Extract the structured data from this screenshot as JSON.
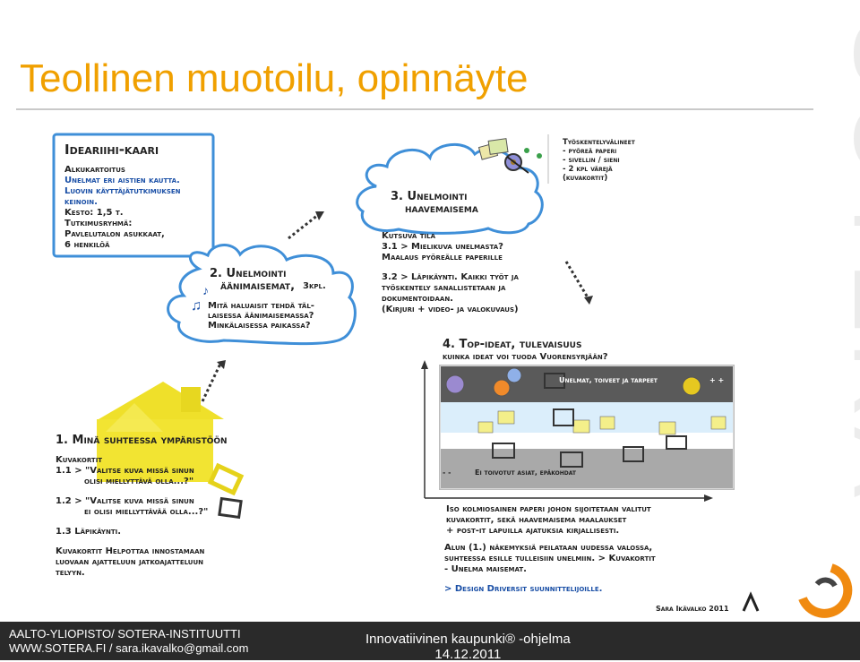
{
  "title": "Teollinen muotoilu, opinnäyte",
  "stage1": {
    "heading": "Ideariihi-kaari",
    "subheading": "Alkukartoitus",
    "blue_lines": [
      "Unelmat eri aistien kautta.",
      "Luovin käyttäjätutkimuksen",
      "keinoin."
    ],
    "lines": [
      "Kesto: 1,5 t.",
      "Tutkimusryhmä:",
      "Pavlelutalon asukkaat,",
      "6 henkilöä"
    ]
  },
  "cloud2": {
    "heading": [
      "2. Unelmointi",
      "äänimaisemat,"
    ],
    "count": "3kpl.",
    "lines": [
      "Mitä haluaisit tehdä täl-",
      "laisessa äänimaisemassa?",
      "Minkälaisessa paikassa?"
    ]
  },
  "cloud3": {
    "heading": [
      "3. Unelmointi",
      "haavemaisema"
    ],
    "lines": [
      "Kutsuva tila",
      "3.1 > Mielikuva unelmasta?",
      "Maalaus pyöreälle paperille"
    ],
    "lines2": [
      "3.2 > Läpikäynti. Kaikki työt ja",
      "työskentely sanallistetaan ja",
      "dokumentoidaan.",
      "(Kirjuri + video- ja valokuvaus)"
    ]
  },
  "tools": {
    "lines": [
      "Työskentelyvälineet",
      "- pyöreä paperi",
      "- sivellin / sieni",
      "- 2 kpl värejä",
      "(kuvakortit)"
    ]
  },
  "stage4": {
    "heading": "4. Top-ideat, tulevaisuus",
    "subheading": "kuinka ideat voi tuoda Vuorensyrjään?",
    "box_top": "Unelmat, toiveet ja tarpeet",
    "plus": "+ +",
    "minus": "- -",
    "box_bottom": "Ei toivotut asiat, epäkohdat",
    "lines": [
      "Iso kolmiosainen paperi johon sijoitetaan valitut",
      "kuvakortit, sekä haavemaisema maalaukset",
      "+ post-it lapuilla ajatuksia kirjallisesti."
    ],
    "lines2": [
      "Alun (1.) näkemyksiä peilataan uudessa valossa,",
      "suhteessa esille tulleisiin unelmiin. > Kuvakortit",
      "- Unelma maisemat."
    ],
    "link": "> Design Driversit suunnittelijoille.",
    "signature": "Sara Ikävalko 2011"
  },
  "stage1b": {
    "heading": "1. Minä suhteessa ympäristöön",
    "subheading": "Kuvakortit",
    "lines_a": [
      "1.1 > \"Valitse kuva missä sinun",
      "olisi miellyttävä olla...?\""
    ],
    "lines_b": [
      "1.2 > \"Valitse kuva missä sinun",
      "ei olisi miellyttävää olla...?\""
    ],
    "line_c": "1.3 Läpikäynti.",
    "lines_d": [
      "Kuvakortit Helpottaa innostamaan",
      "luovaan ajatteluun jatkoajatteluun",
      "telyyn."
    ]
  },
  "watermark": "SOTERA",
  "footer": {
    "left_lines": [
      "AALTO-YLIOPISTO/ SOTERA-INSTITUUTTI",
      "WWW.SOTERA.FI / sara.ikavalko@gmail.com"
    ],
    "center_lines": [
      "Innovatiivinen kaupunki® -ohjelma",
      "14.12.2011"
    ]
  },
  "colors": {
    "title": "#f0a000",
    "ink_blue": "#1a4fa6",
    "house": "#f2e32a",
    "cloud_stroke": "#3f8fd8"
  }
}
